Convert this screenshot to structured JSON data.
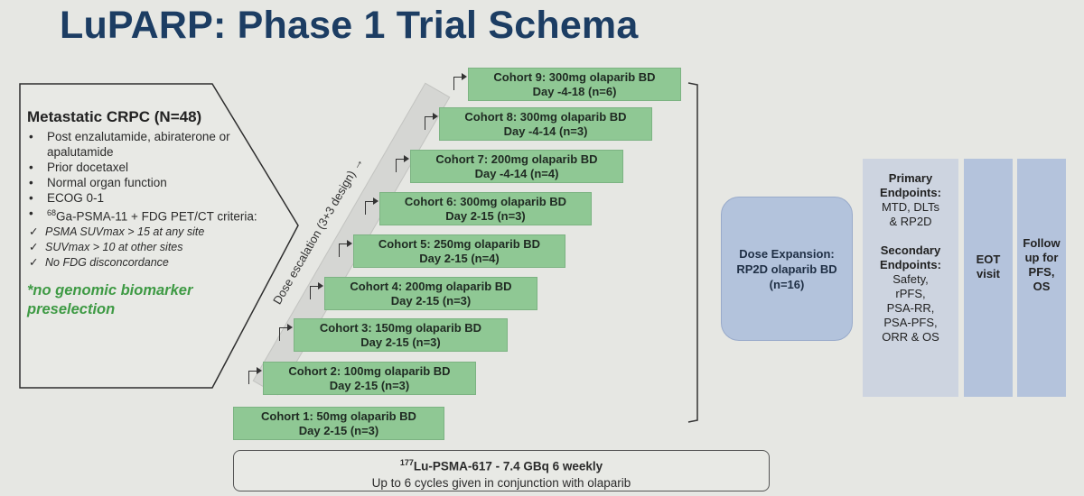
{
  "title": "LuPARP: Phase 1 Trial Schema",
  "eligibility": {
    "title": "Metastatic CRPC (N=48)",
    "bullets": [
      "Post enzalutamide, abiraterone or apalutamide",
      "Prior docetaxel",
      "Normal organ function",
      "ECOG 0-1",
      "Ga-PSMA-11 + FDG PET/CT criteria:"
    ],
    "isotope_mass": "68",
    "checks": [
      "PSMA SUVmax > 15 at any site",
      "SUVmax > 10 at other sites",
      "No FDG disconcordance"
    ],
    "note": "*no genomic biomarker\n preselection"
  },
  "escalation_label": "Dose escalation (3+3 design) →",
  "cohorts": [
    {
      "line1": "Cohort 1: 50mg olaparib BD",
      "line2": "Day 2-15 (n=3)"
    },
    {
      "line1": "Cohort 2: 100mg olaparib BD",
      "line2": "Day 2-15 (n=3)"
    },
    {
      "line1": "Cohort 3: 150mg olaparib BD",
      "line2": "Day 2-15 (n=3)"
    },
    {
      "line1": "Cohort 4: 200mg olaparib BD",
      "line2": "Day 2-15 (n=3)"
    },
    {
      "line1": "Cohort 5: 250mg olaparib BD",
      "line2": "Day 2-15 (n=4)"
    },
    {
      "line1": "Cohort 6: 300mg olaparib BD",
      "line2": "Day 2-15 (n=3)"
    },
    {
      "line1": "Cohort 7: 200mg olaparib BD",
      "line2": "Day -4-14 (n=4)"
    },
    {
      "line1": "Cohort 8: 300mg olaparib BD",
      "line2": "Day -4-14 (n=3)"
    },
    {
      "line1": "Cohort 9: 300mg olaparib BD",
      "line2": "Day -4-18 (n=6)"
    }
  ],
  "expansion": {
    "line1": "Dose Expansion:",
    "line2": "RP2D olaparib BD",
    "line3": "(n=16)"
  },
  "endpoints": {
    "primary_title": "Primary Endpoints:",
    "primary_items": [
      "MTD, DLTs",
      "& RP2D"
    ],
    "secondary_title": "Secondary Endpoints:",
    "secondary_items": [
      "Safety,",
      "rPFS,",
      "PSA-RR,",
      "PSA-PFS,",
      "ORR & OS"
    ]
  },
  "eot": [
    "EOT",
    "visit"
  ],
  "followup": [
    "Follow",
    "up for",
    "PFS,",
    "OS"
  ],
  "lutetium": {
    "isotope_mass": "177",
    "line1": "Lu-PSMA-617 -  7.4 GBq 6 weekly",
    "line2": "Up to 6 cycles given in conjunction with olaparib"
  }
}
